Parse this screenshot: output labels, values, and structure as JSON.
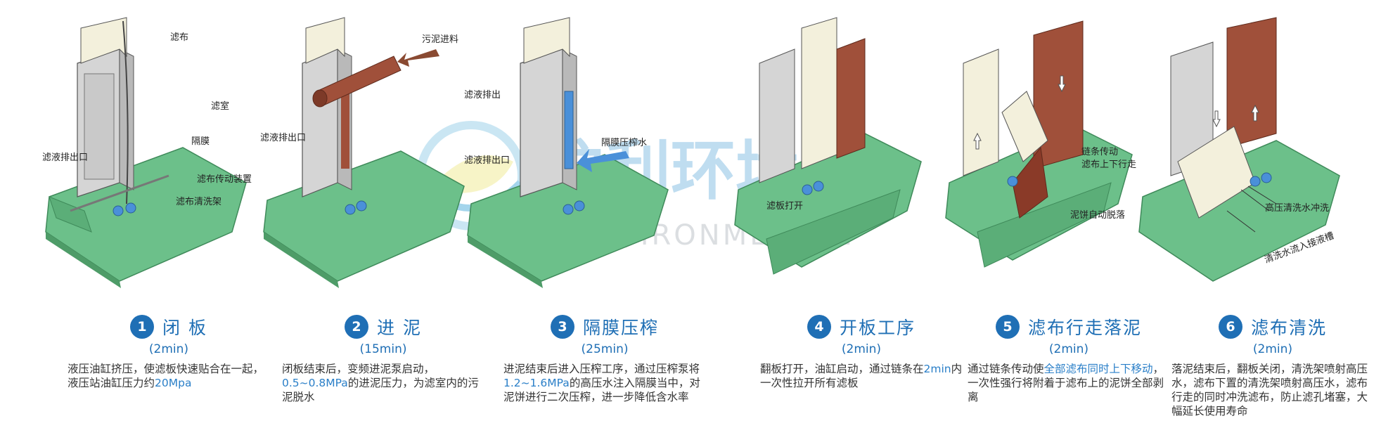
{
  "watermark": {
    "cn": "沪利环境",
    "en": "HULI ENVIRONMENTAL"
  },
  "colors": {
    "accent": "#1f6fb5",
    "platform": "#6cc08a",
    "cake": "#a0503a",
    "frame": "#c8c8c8",
    "cloth": "#f3f0dc"
  },
  "stages": [
    {
      "num": "1",
      "title": "闭 板",
      "duration": "(2min)",
      "desc": [
        {
          "t": "液压油缸挤压，使滤板快速贴合在一起，液压站油缸压力约",
          "hl": false
        },
        {
          "t": "20Mpa",
          "hl": true
        }
      ],
      "callouts": [
        "滤布",
        "滤室",
        "隔膜",
        "滤液排出口",
        "滤布传动装置",
        "滤布清洗架"
      ]
    },
    {
      "num": "2",
      "title": "进 泥",
      "duration": "(15min)",
      "desc": [
        {
          "t": "闭板结束后，变频进泥泵启动，",
          "hl": false
        },
        {
          "t": "0.5~0.8MPa",
          "hl": true
        },
        {
          "t": "的进泥压力，为滤室内的污泥脱水",
          "hl": false
        }
      ],
      "callouts": [
        "污泥进料",
        "滤液排出口"
      ]
    },
    {
      "num": "3",
      "title": "隔膜压榨",
      "duration": "(25min)",
      "desc": [
        {
          "t": "进泥结束后进入压榨工序，通过压榨泵将",
          "hl": false
        },
        {
          "t": "1.2~1.6MPa",
          "hl": true
        },
        {
          "t": "的高压水注入隔膜当中，对泥饼进行二次压榨，进一步降低含水率",
          "hl": false
        }
      ],
      "callouts": [
        "滤液排出",
        "隔膜压榨水",
        "滤液排出口"
      ]
    },
    {
      "num": "4",
      "title": "开板工序",
      "duration": "(2min)",
      "desc": [
        {
          "t": "翻板打开，油缸启动，通过链条在",
          "hl": false
        },
        {
          "t": "2min",
          "hl": true
        },
        {
          "t": "内一次性拉开所有滤板",
          "hl": false
        }
      ],
      "callouts": [
        "滤板打开"
      ]
    },
    {
      "num": "5",
      "title": "滤布行走落泥",
      "duration": "(2min)",
      "desc": [
        {
          "t": "通过链条传动使",
          "hl": false
        },
        {
          "t": "全部滤布同时上下移动",
          "hl": true
        },
        {
          "t": "，一次性强行将附着于滤布上的泥饼全部剥离",
          "hl": false
        }
      ],
      "callouts": [
        "链条传动",
        "滤布上下行走",
        "泥饼自动脱落"
      ]
    },
    {
      "num": "6",
      "title": "滤布清洗",
      "duration": "(2min)",
      "desc": [
        {
          "t": "落泥结束后，翻板关闭，清洗架喷射高压水，滤布下置的清洗架喷射高压水，滤布行走的同时冲洗滤布，防止滤孔堵塞，大幅延长使用寿命",
          "hl": false
        }
      ],
      "callouts": [
        "高压清洗水冲洗",
        "清洗水流入接液槽"
      ]
    }
  ]
}
